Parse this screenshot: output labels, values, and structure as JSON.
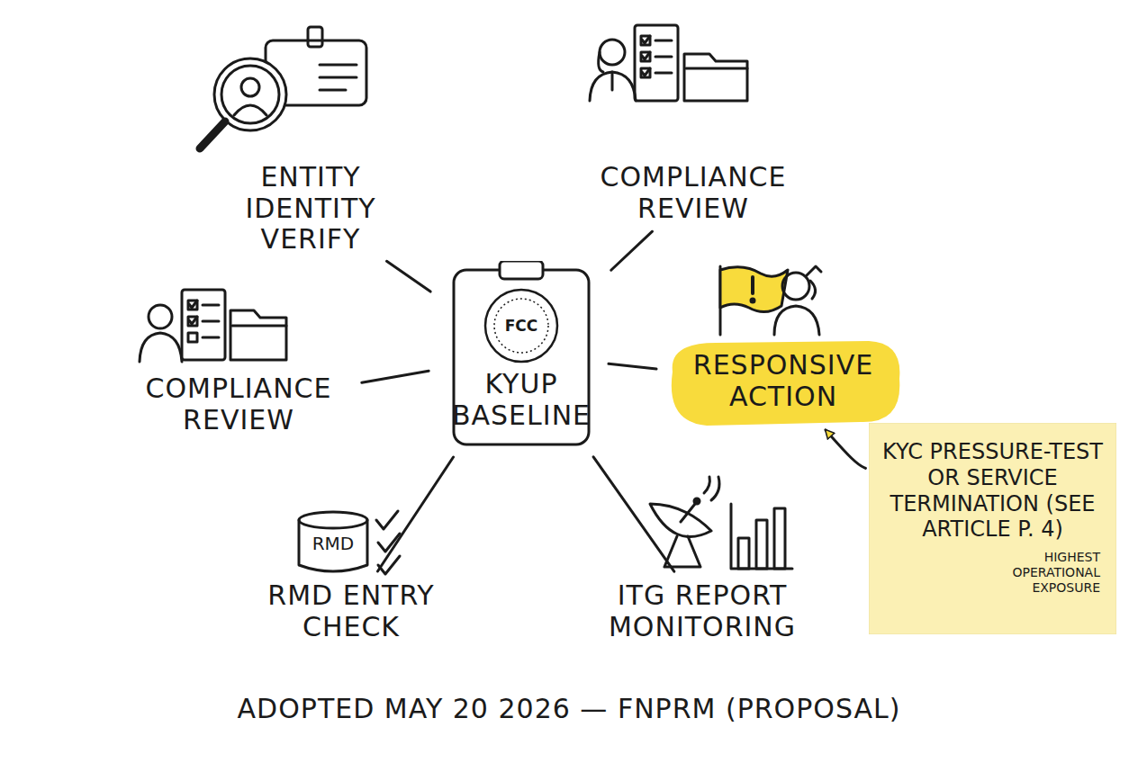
{
  "diagram": {
    "caption": "ADOPTED MAY 20 2026 — FNPRM (PROPOSAL)",
    "nodes": [
      {
        "text": [
          "ENTITY IDENTITY VERIFY"
        ]
      },
      {
        "text": [
          "COMPLIANCE REVIEW"
        ]
      },
      {
        "text": [
          "COMPLIANCE REVIEW"
        ]
      },
      {
        "text": [
          "KYUP BASELINE"
        ]
      },
      {
        "text": [
          "RESPONSIVE ACTION"
        ]
      },
      {
        "text": [
          "KYC PRESSURE-TEST OR SERVICE TERMINATION (SEE ARTICLE P. 4)",
          "HIGHEST OPERATIONAL EXPOSURE"
        ]
      },
      {
        "text": [
          "RMD ENTRY CHECK"
        ]
      },
      {
        "text": [
          "ITG REPORT MONITORING"
        ]
      }
    ],
    "edges": [
      {
        "from": 3,
        "to": 0,
        "arrow": "none"
      },
      {
        "from": 3,
        "to": 1,
        "arrow": "none"
      },
      {
        "from": 3,
        "to": 2,
        "arrow": "none"
      },
      {
        "from": 3,
        "to": 4,
        "arrow": "none"
      },
      {
        "from": 3,
        "to": 6,
        "arrow": "none"
      },
      {
        "from": 3,
        "to": 7,
        "arrow": "none"
      },
      {
        "from": 5,
        "to": 4,
        "arrow": "to"
      }
    ],
    "labels": [
      "FCC",
      "RMD"
    ]
  }
}
